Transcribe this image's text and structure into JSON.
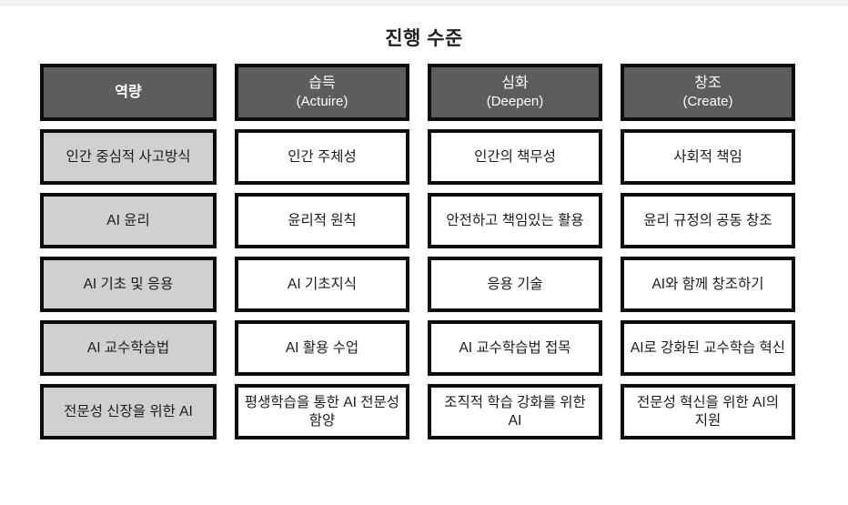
{
  "title": "진행 수준",
  "colors": {
    "header_fill": "#5d5d5d",
    "header_text": "#ffffff",
    "first_column_fill": "#d0d0d0",
    "cell_fill": "#ffffff",
    "border": "#0d0d0d",
    "background": "#ffffff",
    "top_band": "#f4f4f4"
  },
  "header": {
    "cells": [
      {
        "ko": "역량",
        "en": ""
      },
      {
        "ko": "습득",
        "en": "(Actuire)"
      },
      {
        "ko": "심화",
        "en": "(Deepen)"
      },
      {
        "ko": "창조",
        "en": "(Create)"
      }
    ]
  },
  "rows": [
    {
      "competency": "인간 중심적 사고방식",
      "acquire": "인간 주체성",
      "deepen": "인간의 책무성",
      "create": "사회적 책임"
    },
    {
      "competency": "AI 윤리",
      "acquire": "윤리적 원칙",
      "deepen": "안전하고 책임있는 활용",
      "create": "윤리 규정의 공동 창조"
    },
    {
      "competency": "AI 기초 및 응용",
      "acquire": "AI 기초지식",
      "deepen": "응용 기술",
      "create": "AI와 함께 창조하기"
    },
    {
      "competency": "AI 교수학습법",
      "acquire": "AI 활용 수업",
      "deepen": "AI 교수학습법 접목",
      "create": "AI로 강화된 교수학습 혁신"
    },
    {
      "competency": "전문성 신장을 위한 AI",
      "acquire": "평생학습을 통한 AI 전문성 함양",
      "deepen": "조직적 학습 강화를 위한 AI",
      "create": "전문성 혁신을 위한 AI의 지원"
    }
  ]
}
